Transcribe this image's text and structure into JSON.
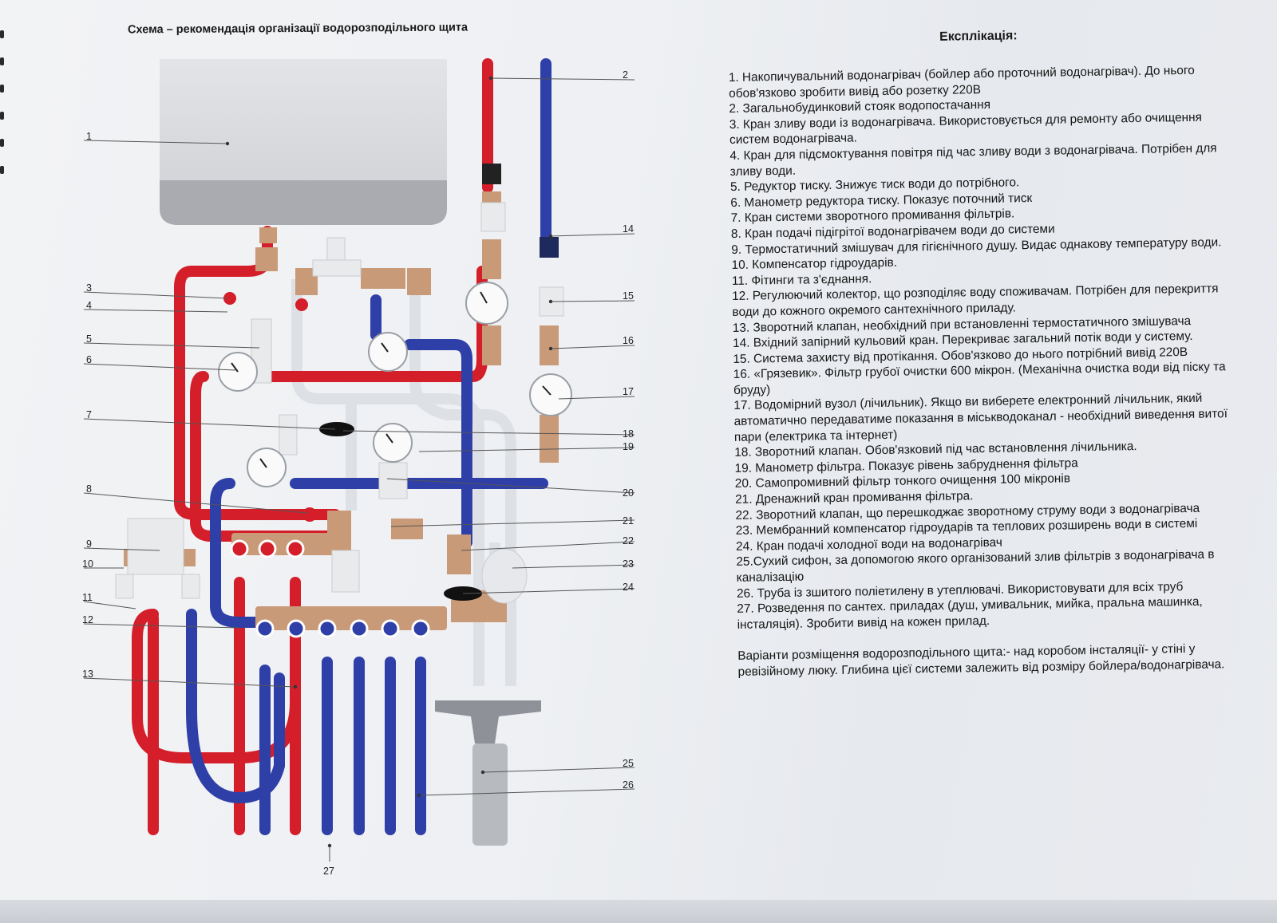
{
  "diagram": {
    "title": "Схема – рекомендація організації водорозподільного щита",
    "callouts": [
      "1",
      "2",
      "3",
      "4",
      "5",
      "6",
      "7",
      "8",
      "9",
      "10",
      "11",
      "12",
      "13",
      "14",
      "15",
      "16",
      "17",
      "18",
      "19",
      "20",
      "21",
      "22",
      "23",
      "24",
      "25",
      "26",
      "27"
    ],
    "colors": {
      "hot_pipe": "#d41f2a",
      "cold_pipe": "#2f3fa8",
      "brass": "#c99a78",
      "boiler": "#dcdde0",
      "boiler_bottom": "#a9abb0",
      "pale_pipe": "#dde1e6"
    }
  },
  "legend": {
    "title": "Експлікація:",
    "items": [
      "1. Накопичувальний водонагрівач (бойлер або проточний водонагрівач). До нього обов'язково зробити вивід або розетку 220В",
      "2. Загальнобудинковий стояк водопостачання",
      "3. Кран зливу води із водонагрівача. Використовується для ремонту або очищення систем водонагрівача.",
      "4. Кран для підсмоктування повітря під час зливу води з водонагрівача. Потрібен для зливу води.",
      "5. Редуктор тиску. Знижує тиск води до потрібного.",
      "6. Манометр редуктора тиску. Показує поточний тиск",
      "7. Кран системи зворотного промивання фільтрів.",
      "8. Кран подачі підігрітої водонагрівачем води до системи",
      "9. Термостатичний змішувач для гігієнічного душу. Видає однакову температуру води.",
      "10. Компенсатор гідроударів.",
      "11. Фітинги та з'єднання.",
      "12. Регулюючий колектор, що розподіляє воду споживачам. Потрібен для перекриття води до кожного окремого сантехнічного приладу.",
      "13. Зворотний клапан, необхідний при встановленні термостатичного змішувача",
      "14. Вхідний запірний кульовий кран. Перекриває загальний потік води у систему.",
      "15. Система захисту від протікання. Обов'язково до нього потрібний вивід 220В",
      "16. «Грязевик». Фільтр грубої очистки 600 мікрон. (Механічна очистка води від піску та бруду)",
      "17. Водомірний вузол (лічильник). Якщо ви виберете електронний лічильник, який автоматично передаватиме показання в міськводоканал - необхідний виведення витої пари (електрика та інтернет)",
      "18. Зворотний клапан. Обов'язковий під час встановлення лічильника.",
      "19. Манометр фільтра. Показує рівень забруднення фільтра",
      "20. Самопромивний фільтр тонкого очищення 100 мікронів",
      "21. Дренажний кран промивання фільтра.",
      "22. Зворотний клапан, що перешкоджає зворотному струму води з водонагрівача",
      "23. Мембранний компенсатор гідроударів та теплових розширень води в системі",
      "24. Кран подачі холодної води на водонагрівач",
      "25.Сухий сифон, за допомогою якого організований злив фільтрів з водонагрівача в каналізацію",
      "26. Труба із зшитого поліетилену в утеплювачі. Використовувати для всіх труб",
      "27. Розведення по сантех. приладах (душ, умивальник, мийка, пральна машинка, інсталяція). Зробити вивід на кожен прилад."
    ],
    "note": "Варіанти розміщення водорозподільного щита:- над коробом інсталяції- у стіні у ревізійному люку. Глибина цієї системи залежить від розміру бойлера/водонагрівача."
  }
}
